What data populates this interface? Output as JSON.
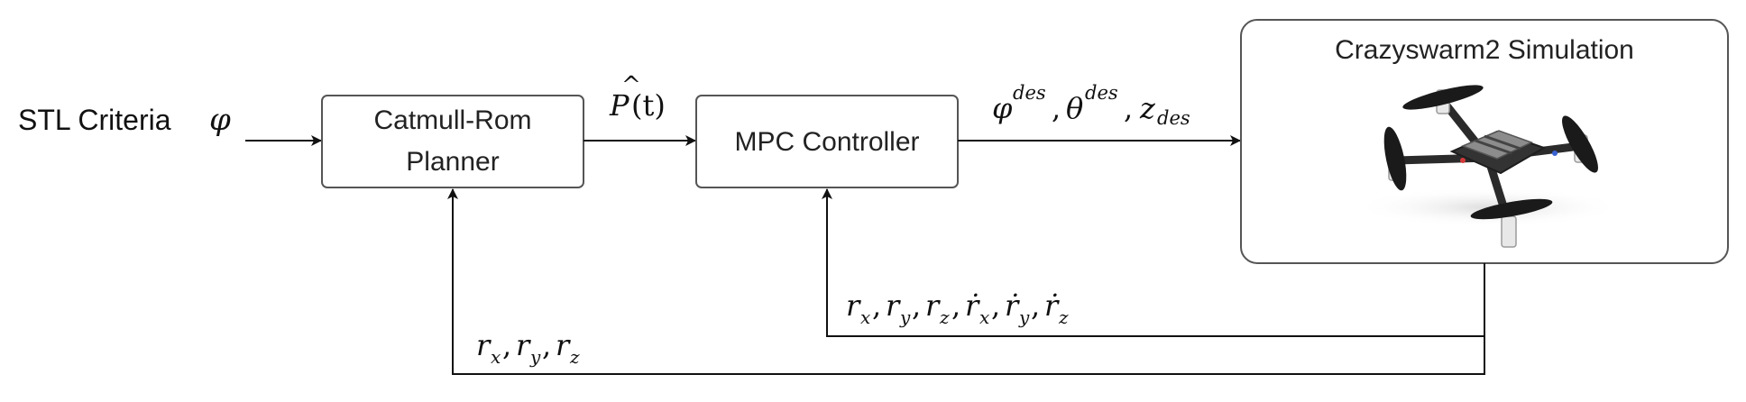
{
  "input": {
    "label": "STL Criteria",
    "symbol": "φ"
  },
  "blocks": {
    "planner": {
      "line1": "Catmull-Rom",
      "line2": "Planner"
    },
    "controller": {
      "label": "MPC Controller"
    },
    "simulation": {
      "title": "Crazyswarm2 Simulation"
    }
  },
  "signals": {
    "planner_out": {
      "base": "P",
      "hat": "^",
      "arg": "(t)"
    },
    "controller_out": {
      "phi": "φ",
      "phi_sup": "des",
      "sep1": ",",
      "theta": "θ",
      "theta_sup": "des",
      "sep2": ",",
      "z": "z",
      "z_sub": "des"
    },
    "feedback_controller": {
      "r1": "r",
      "s1": "x",
      "c1": ",",
      "r2": "r",
      "s2": "y",
      "c2": ",",
      "r3": "r",
      "s3": "z",
      "c3": ",",
      "r4": "ṙ",
      "s4": "x",
      "c4": ",",
      "r5": "ṙ",
      "s5": "y",
      "c5": ",",
      "r6": "ṙ",
      "s6": "z"
    },
    "feedback_planner": {
      "r1": "r",
      "s1": "x",
      "c1": ",",
      "r2": "r",
      "s2": "y",
      "c2": ",",
      "r3": "r",
      "s3": "z"
    }
  },
  "colors": {
    "stroke": "#555555",
    "wire": "#111111",
    "propeller": "#1a1a1a",
    "frame": "#2b2b2b",
    "board": "#3a3a3a"
  }
}
